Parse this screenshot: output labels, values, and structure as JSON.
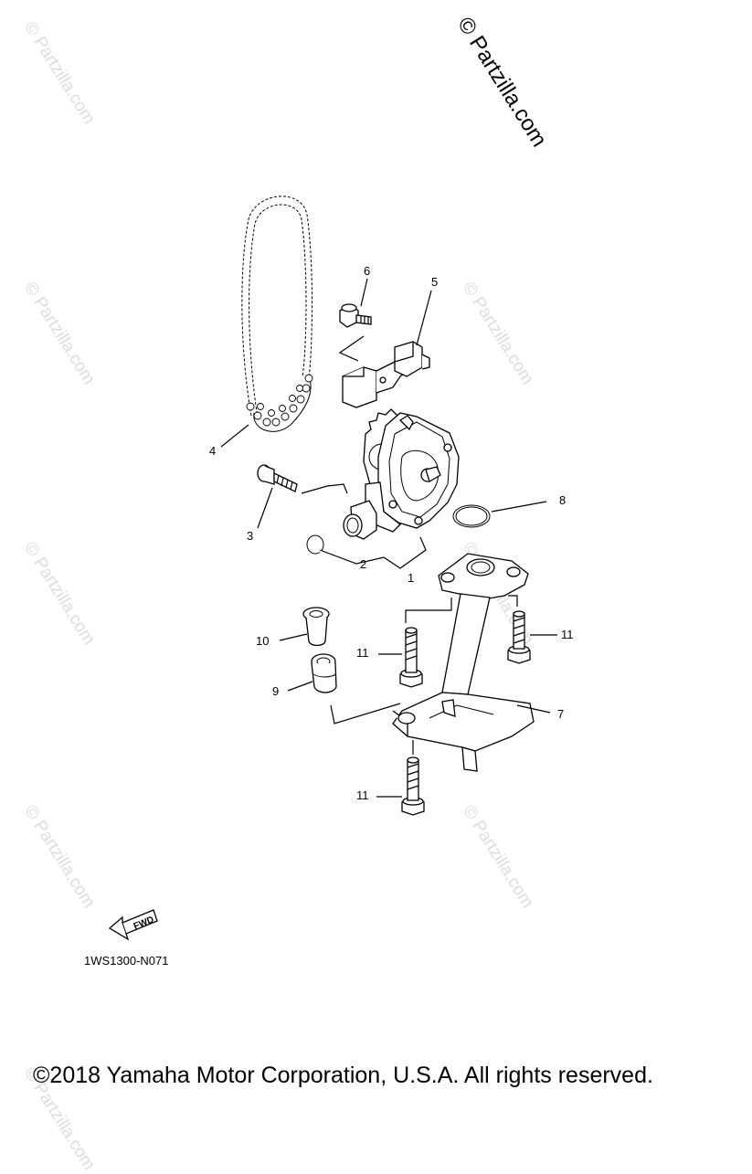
{
  "watermark": {
    "main": "© Partzilla.com",
    "faint": "© Partzilla.com"
  },
  "callouts": [
    {
      "id": "1",
      "text": "1"
    },
    {
      "id": "2",
      "text": "2"
    },
    {
      "id": "3",
      "text": "3"
    },
    {
      "id": "4",
      "text": "4"
    },
    {
      "id": "5",
      "text": "5"
    },
    {
      "id": "6",
      "text": "6"
    },
    {
      "id": "7",
      "text": "7"
    },
    {
      "id": "8",
      "text": "8"
    },
    {
      "id": "9",
      "text": "9"
    },
    {
      "id": "10",
      "text": "10"
    },
    {
      "id": "11a",
      "text": "11"
    },
    {
      "id": "11b",
      "text": "11"
    },
    {
      "id": "11c",
      "text": "11"
    }
  ],
  "fwd_label": "FWD",
  "diagram_code": "1WS1300-N071",
  "copyright": "©2018 Yamaha Motor Corporation, U.S.A. All rights reserved."
}
